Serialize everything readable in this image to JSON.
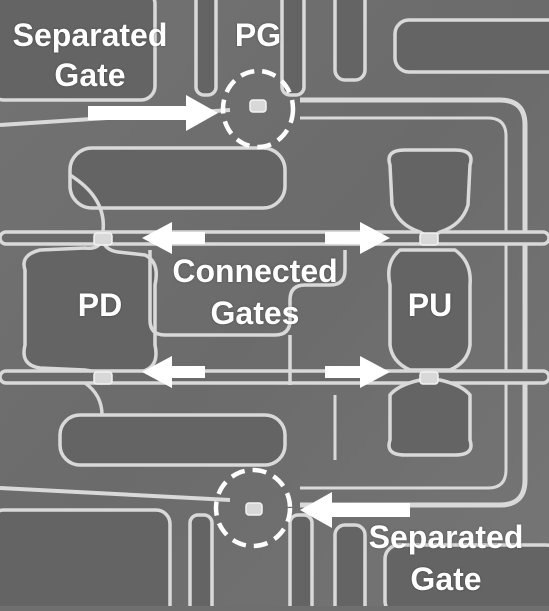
{
  "image": {
    "type": "sem-micrograph",
    "subject": "6T SRAM cell transistor layout",
    "colors": {
      "background": "#6f6f6f",
      "structure_fill": "#636363",
      "structure_edge": "#d9d9d9",
      "annotation": "#ffffff"
    }
  },
  "labels": {
    "separated_gate_top_line1": "Separated",
    "separated_gate_top_line2": "Gate",
    "pg": "PG",
    "connected_gates_line1": "Connected",
    "connected_gates_line2": "Gates",
    "pd": "PD",
    "pu": "PU",
    "separated_gate_bottom_line1": "Separated",
    "separated_gate_bottom_line2": "Gate"
  }
}
